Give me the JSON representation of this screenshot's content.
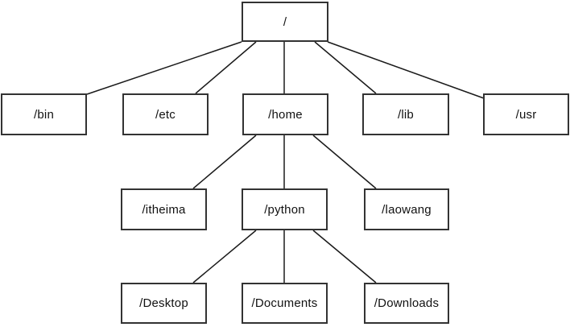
{
  "diagram": {
    "title": "linux-filesystem-tree",
    "type": "tree",
    "colors": {
      "background": "#ffffff",
      "box_border": "#333333",
      "connector_line": "#1a1a1a",
      "text": "#111111"
    }
  },
  "nodes": {
    "root": {
      "label": "/"
    },
    "bin": {
      "label": "/bin"
    },
    "etc": {
      "label": "/etc"
    },
    "home": {
      "label": "/home"
    },
    "lib": {
      "label": "/lib"
    },
    "usr": {
      "label": "/usr"
    },
    "itheima": {
      "label": "/itheima"
    },
    "python": {
      "label": "/python"
    },
    "laowang": {
      "label": "/laowang"
    },
    "desktop": {
      "label": "/Desktop"
    },
    "documents": {
      "label": "/Documents"
    },
    "downloads": {
      "label": "/Downloads"
    }
  },
  "edges": [
    {
      "from": "/",
      "to": "/bin"
    },
    {
      "from": "/",
      "to": "/etc"
    },
    {
      "from": "/",
      "to": "/home"
    },
    {
      "from": "/",
      "to": "/lib"
    },
    {
      "from": "/",
      "to": "/usr"
    },
    {
      "from": "/home",
      "to": "/itheima"
    },
    {
      "from": "/home",
      "to": "/python"
    },
    {
      "from": "/home",
      "to": "/laowang"
    },
    {
      "from": "/python",
      "to": "/Desktop"
    },
    {
      "from": "/python",
      "to": "/Documents"
    },
    {
      "from": "/python",
      "to": "/Downloads"
    }
  ]
}
